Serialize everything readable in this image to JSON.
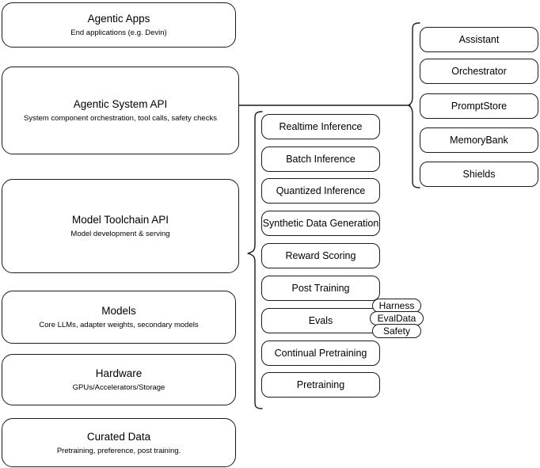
{
  "diagram": {
    "title": "Agentic stack layered architecture",
    "stroke_color": "#1a1a1a",
    "background_color": "#ffffff"
  },
  "layers": [
    {
      "name": "agentic-apps",
      "title": "Agentic Apps",
      "subtitle": "End applications (e.g. Devin)"
    },
    {
      "name": "agentic-system-api",
      "title": "Agentic System API",
      "subtitle": "System component orchestration, tool calls, safety checks"
    },
    {
      "name": "model-toolchain-api",
      "title": "Model Toolchain API",
      "subtitle": "Model development & serving"
    },
    {
      "name": "models",
      "title": "Models",
      "subtitle": "Core LLMs, adapter weights, secondary models"
    },
    {
      "name": "hardware",
      "title": "Hardware",
      "subtitle": "GPUs/Accelerators/Storage"
    },
    {
      "name": "curated-data",
      "title": "Curated Data",
      "subtitle": "Pretraining, preference, post training."
    }
  ],
  "toolchain_components": [
    {
      "name": "realtime-inference",
      "label": "Realtime Inference"
    },
    {
      "name": "batch-inference",
      "label": "Batch Inference"
    },
    {
      "name": "quantized-inference",
      "label": "Quantized Inference"
    },
    {
      "name": "synthetic-data-generation",
      "label": "Synthetic Data Generation"
    },
    {
      "name": "reward-scoring",
      "label": "Reward Scoring"
    },
    {
      "name": "post-training",
      "label": "Post Training"
    },
    {
      "name": "evals",
      "label": "Evals"
    },
    {
      "name": "continual-pretraining",
      "label": "Continual Pretraining"
    },
    {
      "name": "pretraining",
      "label": "Pretraining"
    }
  ],
  "evals_subcomponents": [
    {
      "name": "harness",
      "label": "Harness"
    },
    {
      "name": "evaldata",
      "label": "EvalData"
    },
    {
      "name": "safety",
      "label": "Safety"
    }
  ],
  "system_components": [
    {
      "name": "assistant",
      "label": "Assistant"
    },
    {
      "name": "orchestrator",
      "label": "Orchestrator"
    },
    {
      "name": "promptstore",
      "label": "PromptStore"
    },
    {
      "name": "memorybank",
      "label": "MemoryBank"
    },
    {
      "name": "shields",
      "label": "Shields"
    }
  ]
}
